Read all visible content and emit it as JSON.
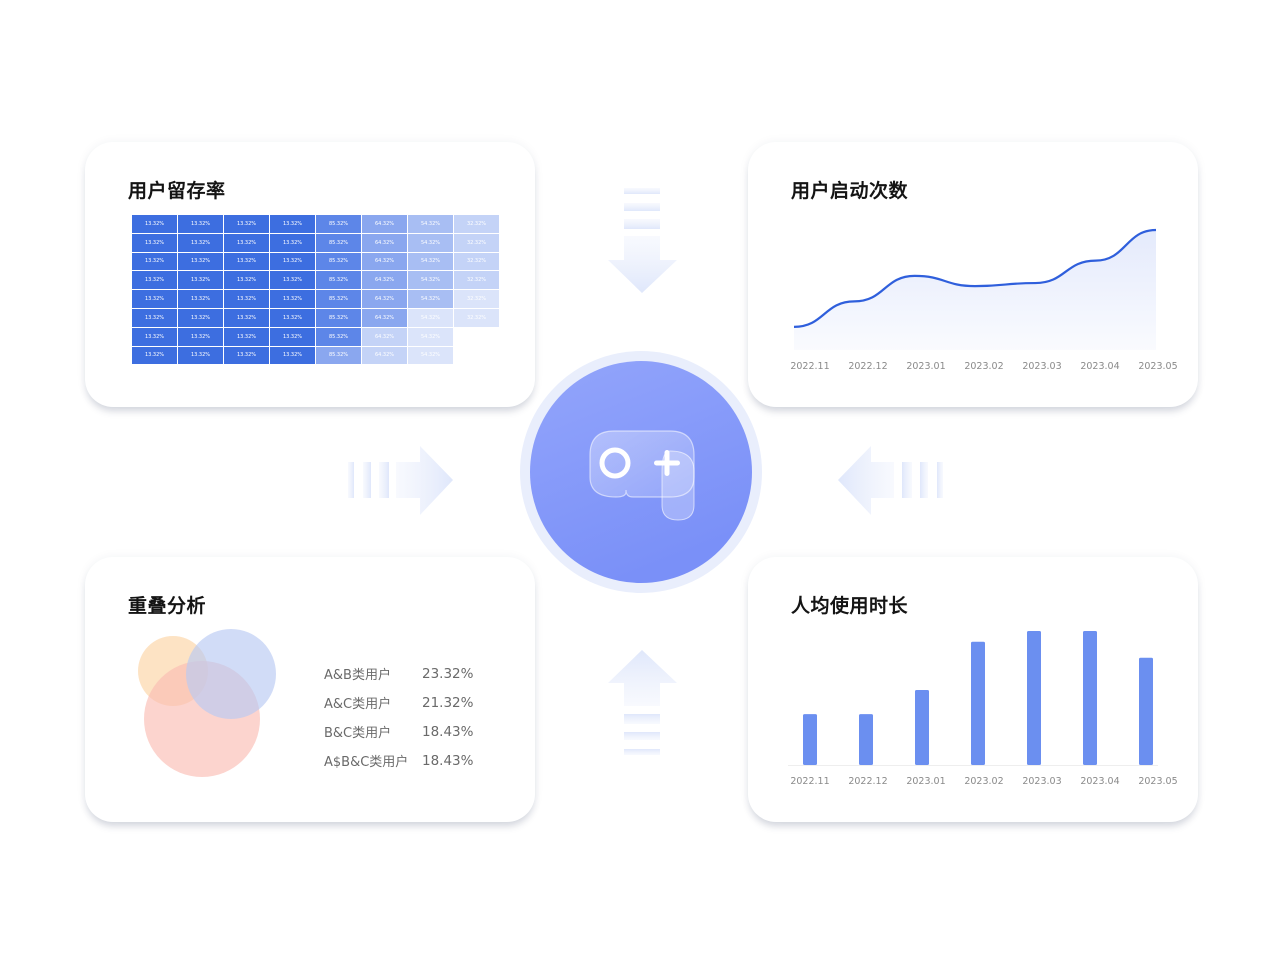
{
  "retention": {
    "title": "用户留存率",
    "rows": [
      [
        "13.32%",
        "13.32%",
        "13.32%",
        "13.32%",
        "85.32%",
        "64.32%",
        "54.32%",
        "32.32%"
      ],
      [
        "13.32%",
        "13.32%",
        "13.32%",
        "13.32%",
        "85.32%",
        "64.32%",
        "54.32%",
        "32.32%"
      ],
      [
        "13.32%",
        "13.32%",
        "13.32%",
        "13.32%",
        "85.32%",
        "64.32%",
        "54.32%",
        "32.32%"
      ],
      [
        "13.32%",
        "13.32%",
        "13.32%",
        "13.32%",
        "85.32%",
        "64.32%",
        "54.32%",
        "32.32%"
      ],
      [
        "13.32%",
        "13.32%",
        "13.32%",
        "13.32%",
        "85.32%",
        "64.32%",
        "54.32%",
        "32.32%"
      ],
      [
        "13.32%",
        "13.32%",
        "13.32%",
        "13.32%",
        "85.32%",
        "64.32%",
        "54.32%",
        "32.32%"
      ],
      [
        "13.32%",
        "13.32%",
        "13.32%",
        "13.32%",
        "85.32%",
        "64.32%",
        "54.32%",
        ""
      ],
      [
        "13.32%",
        "13.32%",
        "13.32%",
        "13.32%",
        "85.32%",
        "64.32%",
        "54.32%",
        ""
      ]
    ],
    "colors": [
      "#3d6ee0",
      "#3d6ee0",
      "#3d6ee0",
      "#3d6ee0",
      "#5d86e8",
      "#8aa7ef",
      "#a8bef3",
      "#c4d3f7"
    ]
  },
  "launch": {
    "title": "用户启动次数"
  },
  "overlap": {
    "title": "重叠分析",
    "items": [
      {
        "name": "A&B类用户",
        "value": "23.32%"
      },
      {
        "name": "A&C类用户",
        "value": "21.32%"
      },
      {
        "name": "B&C类用户",
        "value": "18.43%"
      },
      {
        "name": "A$B&C类用户",
        "value": "18.43%"
      }
    ],
    "circle_colors": [
      "#fcdcb5",
      "#b9c9f3",
      "#fbbdb3"
    ]
  },
  "duration": {
    "title": "人均使用时长"
  },
  "hub": {
    "icon": "gamepad-icon",
    "colors": [
      "#93a5fb",
      "#7a90f8"
    ]
  },
  "chart_data": [
    {
      "type": "area",
      "categories": [
        "2022.11",
        "2022.12",
        "2023.01",
        "2023.02",
        "2023.03",
        "2023.04",
        "2023.05"
      ],
      "values": [
        0.05,
        0.3,
        0.55,
        0.45,
        0.48,
        0.7,
        1.0
      ],
      "line_color": "#2f5fdc",
      "fill_color": "#e4eafc"
    },
    {
      "type": "bar",
      "categories": [
        "2022.11",
        "2022.12",
        "2023.01",
        "2023.02",
        "2023.03",
        "2023.04",
        "2023.05"
      ],
      "values": [
        0.38,
        0.38,
        0.56,
        0.92,
        1.0,
        1.0,
        0.8
      ],
      "bar_color": "#6b8ff0"
    }
  ]
}
